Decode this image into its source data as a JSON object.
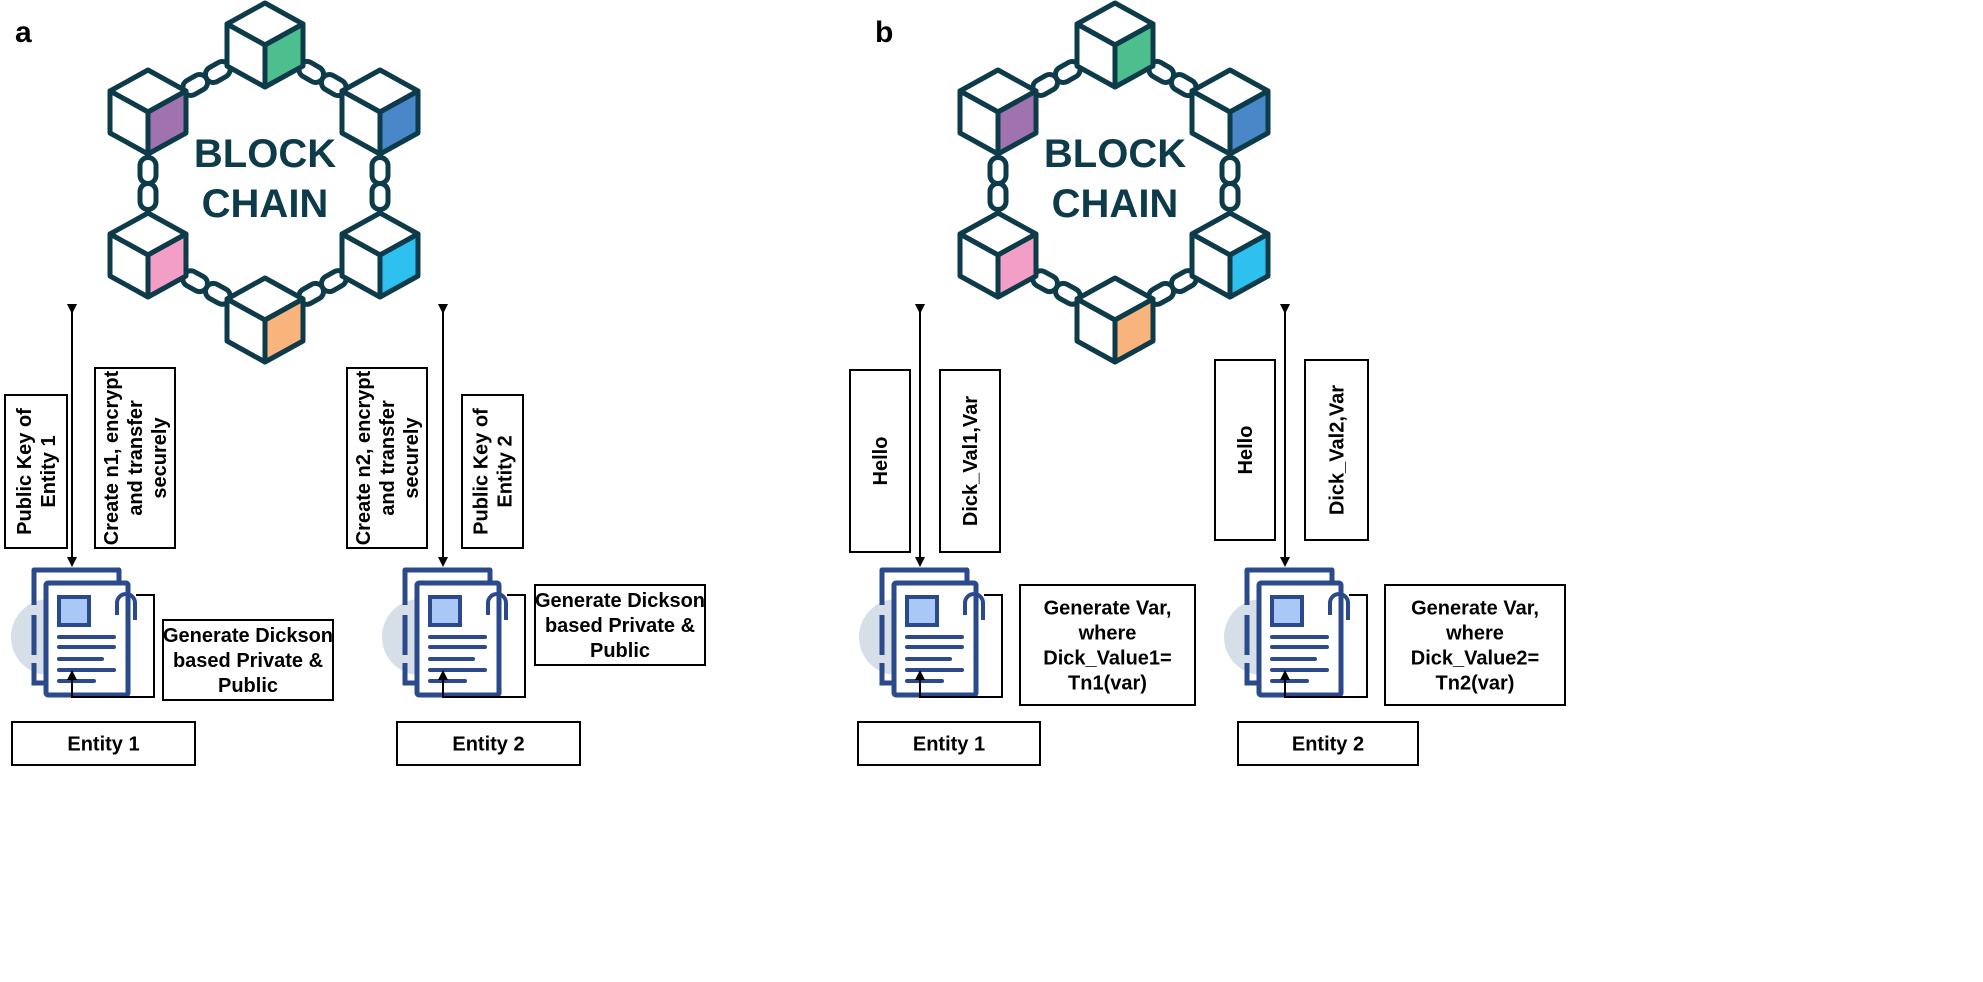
{
  "colors": {
    "outline": "#0d3b4a",
    "doc_blue": "#2b4a8c",
    "doc_fill": "#a9c8f5",
    "doc_halo": "#d6dee7",
    "cube_top": "#4dbf8f",
    "cube_top_right": "#4a87c9",
    "cube_bottom_right": "#2ec0ee",
    "cube_bottom": "#f9b37c",
    "cube_bottom_left": "#f29ec6",
    "cube_top_left": "#a073ae"
  },
  "panels": [
    {
      "label": "a",
      "blockchain": [
        "BLOCK",
        "CHAIN"
      ],
      "entities": [
        {
          "name": "Entity 1",
          "up_label": [
            "Public Key of",
            "Entity 1"
          ],
          "down_label": [
            "Create n1, encrypt",
            "and transfer",
            "securely"
          ],
          "process": [
            "Generate Dickson",
            "based Private &",
            "Public"
          ]
        },
        {
          "name": "Entity 2",
          "up_label": [
            "Create n2, encrypt",
            "and transfer",
            "securely"
          ],
          "down_label": [
            "Public Key of",
            "Entity 2"
          ],
          "process": [
            "Generate Dickson",
            "based Private &",
            "Public"
          ]
        }
      ]
    },
    {
      "label": "b",
      "blockchain": [
        "BLOCK",
        "CHAIN"
      ],
      "entities": [
        {
          "name": "Entity 1",
          "up_label": [
            "Hello"
          ],
          "down_label": [
            "Dick_Val1,Var"
          ],
          "process": [
            "Generate Var,",
            "where",
            "Dick_Value1=",
            "Tn1(var)"
          ]
        },
        {
          "name": "Entity 2",
          "up_label": [
            "Hello"
          ],
          "down_label": [
            "Dick_Val2,Var"
          ],
          "process": [
            "Generate Var,",
            "where",
            "Dick_Value2=",
            "Tn2(var)"
          ]
        }
      ]
    }
  ]
}
